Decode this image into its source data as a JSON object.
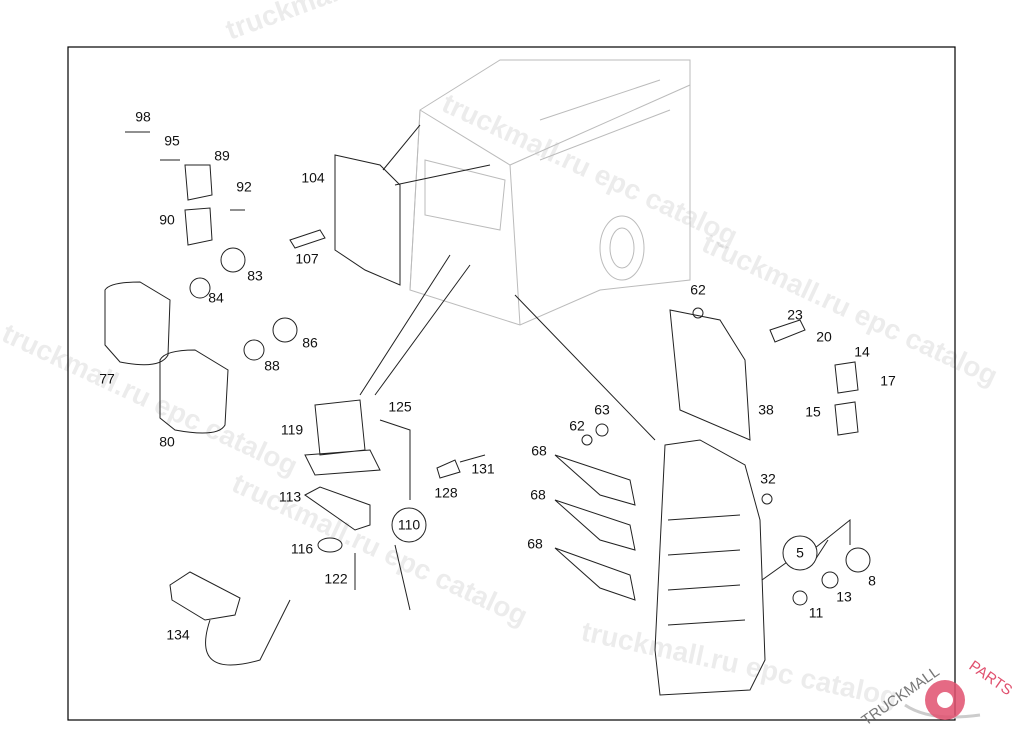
{
  "watermark": "truckmall.ru epc catalog",
  "logo": {
    "text_left": "TRUCKMALL",
    "text_right": "PARTS",
    "colors": {
      "gray": "#777777",
      "accent": "#e0506e"
    }
  },
  "parts": {
    "p98": "98",
    "p95": "95",
    "p89": "89",
    "p92": "92",
    "p90": "90",
    "p83": "83",
    "p84": "84",
    "p107": "107",
    "p104": "104",
    "p86": "86",
    "p88": "88",
    "p77": "77",
    "p80": "80",
    "p119": "119",
    "p125": "125",
    "p113": "113",
    "p131": "131",
    "p128": "128",
    "p110": "110",
    "p116": "116",
    "p122": "122",
    "p134": "134",
    "p62a": "62",
    "p23": "23",
    "p20": "20",
    "p14": "14",
    "p17": "17",
    "p15": "15",
    "p38": "38",
    "p63": "63",
    "p62b": "62",
    "p68a": "68",
    "p68b": "68",
    "p68c": "68",
    "p32": "32",
    "p5": "5",
    "p8": "8",
    "p13": "13",
    "p11": "11"
  }
}
